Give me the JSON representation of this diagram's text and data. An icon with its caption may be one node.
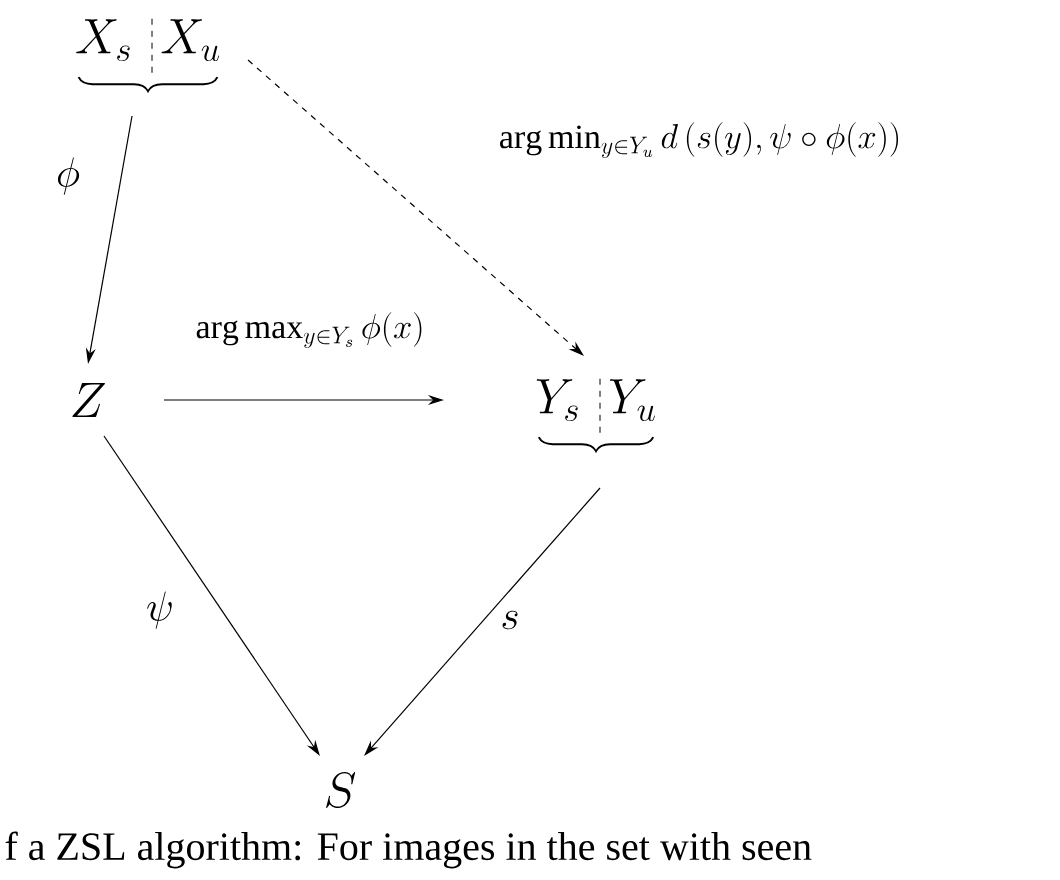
{
  "diagram": {
    "caption": "f a ZSL algorithm: For images in the set with seen",
    "nodes": [
      {
        "text": [
          "X_s",
          "X_u"
        ]
      },
      {
        "text": [
          "Z"
        ]
      },
      {
        "text": [
          "Y_s",
          "Y_u"
        ]
      },
      {
        "text": [
          "S"
        ]
      }
    ],
    "edges": [
      {
        "from": 0,
        "to": 1,
        "arrow": "to",
        "label": "\\phi"
      },
      {
        "from": 0,
        "to": 2,
        "arrow": "to",
        "style": "dashed",
        "label": "\\arg\\min_{y\\in Y_u} d\\left(s(y),\\psi\\circ\\phi(x)\\right)"
      },
      {
        "from": 1,
        "to": 2,
        "arrow": "to",
        "label": "\\arg\\max_{y\\in Y_s} \\phi(x)"
      },
      {
        "from": 1,
        "to": 3,
        "arrow": "to",
        "label": "\\psi"
      },
      {
        "from": 2,
        "to": 3,
        "arrow": "to",
        "label": "s"
      }
    ]
  }
}
